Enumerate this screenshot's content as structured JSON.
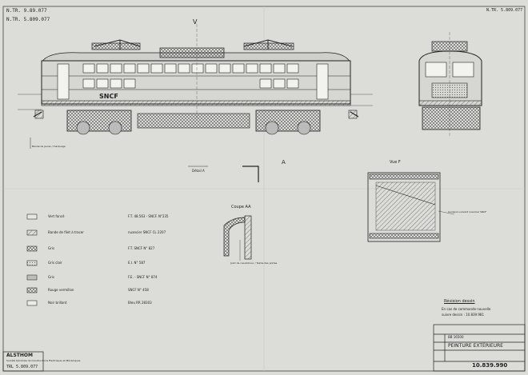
{
  "top_left_ref": "N.TR. 9.89.077",
  "top_left_ref2": "N.TR. 5.809.077",
  "top_right_ref": "N.TR. 5.809.077",
  "marks": {
    "section_v": "V",
    "section_a": "A",
    "locomotive_logo": "SNCF",
    "vue_f": "Vue F",
    "coupe_aa": "Coupe AA",
    "detail_a": "Détail A"
  },
  "callouts": {
    "left_note": "Bande de jaune / marquage",
    "coupe_note": "Joint de caoutchouc / Teinte des portes",
    "vue_f_note": "Couleurs suivant nuancier SNCF"
  },
  "legend": [
    {
      "label": "Vert foncé",
      "code": "F.T. 48.563 - SNCF. N°235"
    },
    {
      "label": "Bande de filet à tracer",
      "code": "nuancier SNCF CL 2207"
    },
    {
      "label": "Gris",
      "code": "F.T. SNCF  N° 827"
    },
    {
      "label": "Gris clair",
      "code": "E.I.  N° 587"
    },
    {
      "label": "Gris",
      "code": "F.E. - SNCF  N° 874"
    },
    {
      "label": "Rouge vermillon",
      "code": "SNCF  N° 458"
    },
    {
      "label": "Noir brillant",
      "code": "Bleu RR 28303"
    }
  ],
  "revision_note": {
    "title": "Révision dessin",
    "line2": "En cas de commande nouvelle",
    "line3": "suivre dessin : 10.839.981"
  },
  "title_block": {
    "company": "ALSTHOM",
    "company_sub": "Société Générale de Constructions Électriques et Mécaniques",
    "bottom_left_ref": "TRL 5.809.077",
    "project": "BB 16500",
    "drawing_title": "PEINTURE EXTÉRIEURE",
    "drawing_number": "10.839.990"
  }
}
